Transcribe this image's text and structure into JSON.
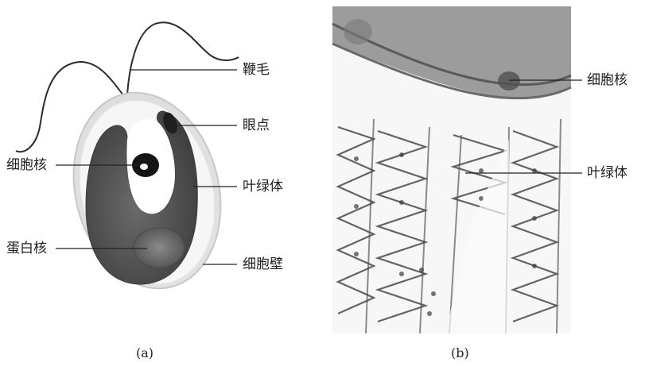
{
  "figure_a": {
    "caption": "(a)",
    "labels": {
      "flagellum": "鞭毛",
      "eyespot": "眼点",
      "nucleus": "细胞核",
      "chloroplast": "叶绿体",
      "pyrenoid": "蛋白核",
      "cell_wall": "细胞壁"
    }
  },
  "figure_b": {
    "caption": "(b)",
    "labels": {
      "nucleus": "细胞核",
      "chloroplast": "叶绿体"
    }
  },
  "colors": {
    "chloroplast": "#5a5a5a",
    "cytoplasm": "#f4f4f4",
    "cell_wall": "#d9d9d9",
    "nucleus": "#1a1a1a",
    "line": "#222222"
  }
}
